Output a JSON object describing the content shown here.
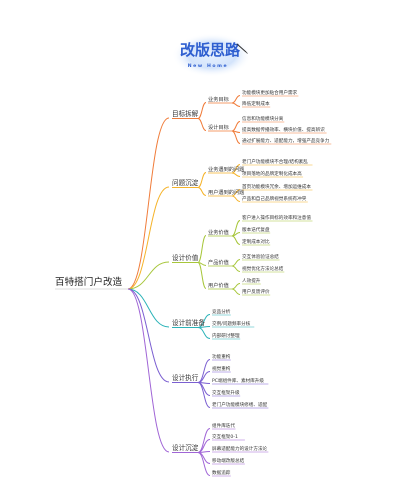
{
  "header": {
    "title": "改版思路",
    "subtitle": "New Home"
  },
  "root": "百特搭门户改造",
  "branches": [
    {
      "label": "目标拆解",
      "color": "#f07c3a",
      "subs": [
        {
          "label": "业务目标",
          "leaves": [
            "功能模块更加贴合用户需求",
            "降低定制成本"
          ]
        },
        {
          "label": "设计目标",
          "leaves": [
            "信息和功能模块分离",
            "提高数据传播效率、横块价值、提高辨识",
            "通过扩展能力、适配能力，增强产品竞争力"
          ]
        }
      ]
    },
    {
      "label": "问题沉淀",
      "color": "#f5b32a",
      "subs": [
        {
          "label": "业务遇到的问题",
          "leaves": [
            "老门户功能模块不合理/结构紊乱",
            "项目落地的品牌定制化成本高"
          ]
        },
        {
          "label": "用户遇到的问题",
          "leaves": [
            "首页功能模块冗余、增加运维成本",
            "产品和自己品牌视觉系统有冲突"
          ]
        }
      ]
    },
    {
      "label": "设计价值",
      "color": "#a7c63a",
      "subs": [
        {
          "label": "业务价值",
          "leaves": [
            "客户进入操作目标的效率和注意值",
            "版本迭代复盘",
            "定制成本对比"
          ]
        },
        {
          "label": "产品价值",
          "leaves": [
            "交互体验验证总结",
            "视觉优化方法论总结"
          ]
        },
        {
          "label": "用户价值",
          "leaves": [
            "人效提升",
            "用户反馈评价"
          ]
        }
      ]
    },
    {
      "label": "设计前准备",
      "color": "#2bb3b8",
      "subs": [],
      "leaves": [
        "竞品分析",
        "交例/问题频率分核",
        "内部研讨整理"
      ]
    },
    {
      "label": "设计执行",
      "color": "#7b5fd1",
      "subs": [],
      "leaves": [
        "功能重构",
        "视觉重构",
        "PC端组件库、素材库升级",
        "交互框架升级",
        "老门户功能模块修缮、适配"
      ]
    },
    {
      "label": "设计沉淀",
      "color": "#a065d6",
      "subs": [],
      "leaves": [
        "组件库迭代",
        "交互框架0-1",
        "屏幕适配能力的设计方法论",
        "移动端改版总结",
        "数据追踪"
      ]
    }
  ]
}
